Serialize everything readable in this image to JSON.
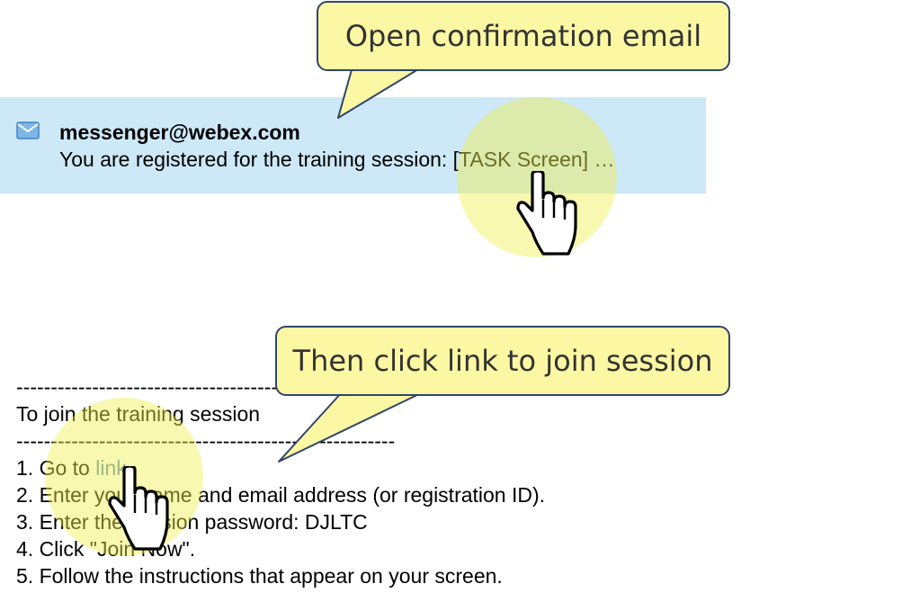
{
  "email": {
    "sender": "messenger@webex.com",
    "preview": "You are registered for the training session: [TASK Screen] …"
  },
  "instructions": {
    "divider_top": "---------------------------------------------------",
    "heading": "To join the training session",
    "divider_bottom": "-------------------------------------------------------",
    "step1_prefix": "1. Go to ",
    "step1_link": "link",
    "step2": "2. Enter your name and email address (or registration ID).",
    "step3": "3. Enter the session password: DJLTC",
    "step4": "4. Click \"Join Now\".",
    "step5": "5. Follow the instructions that appear on your screen."
  },
  "callouts": {
    "first": "Open confirmation email",
    "second": "Then click link to join session"
  },
  "colors": {
    "email_row_bg": "#cde8f7",
    "callout_bg": "#fbf7a3",
    "callout_border": "#31466b",
    "link": "#5b8fb0",
    "highlight": "#f0f050"
  },
  "icons": {
    "mail": "envelope-icon",
    "pointer": "hand-pointer-icon"
  }
}
